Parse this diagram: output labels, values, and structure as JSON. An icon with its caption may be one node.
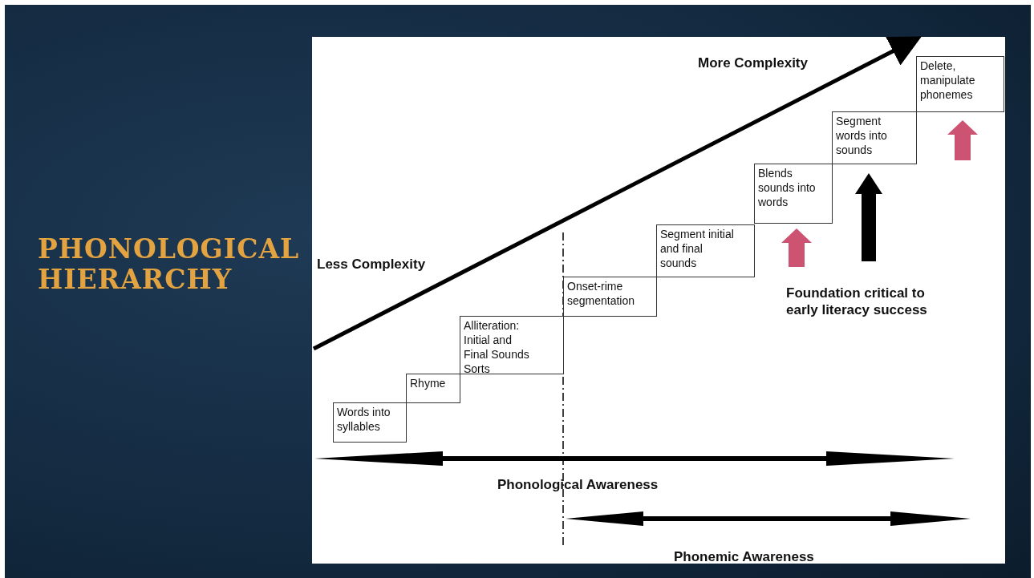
{
  "diagram": {
    "title": "PHONOLOGICAL HIERARCHY",
    "nodes": [
      {
        "text": [
          "Words into syllables"
        ]
      },
      {
        "text": [
          "Rhyme"
        ]
      },
      {
        "text": [
          "Alliteration: Initial and Final Sounds Sorts"
        ]
      },
      {
        "text": [
          "Onset-rime segmentation"
        ]
      },
      {
        "text": [
          "Segment initial and final sounds"
        ]
      },
      {
        "text": [
          "Blends sounds into words"
        ]
      },
      {
        "text": [
          "Segment words into sounds"
        ]
      },
      {
        "text": [
          "Delete, manipulate phonemes"
        ]
      }
    ],
    "labels": [
      "More Complexity",
      "Less Complexity",
      "Foundation critical to early literacy success",
      "Phonological Awareness",
      "Phonemic Awareness"
    ]
  }
}
